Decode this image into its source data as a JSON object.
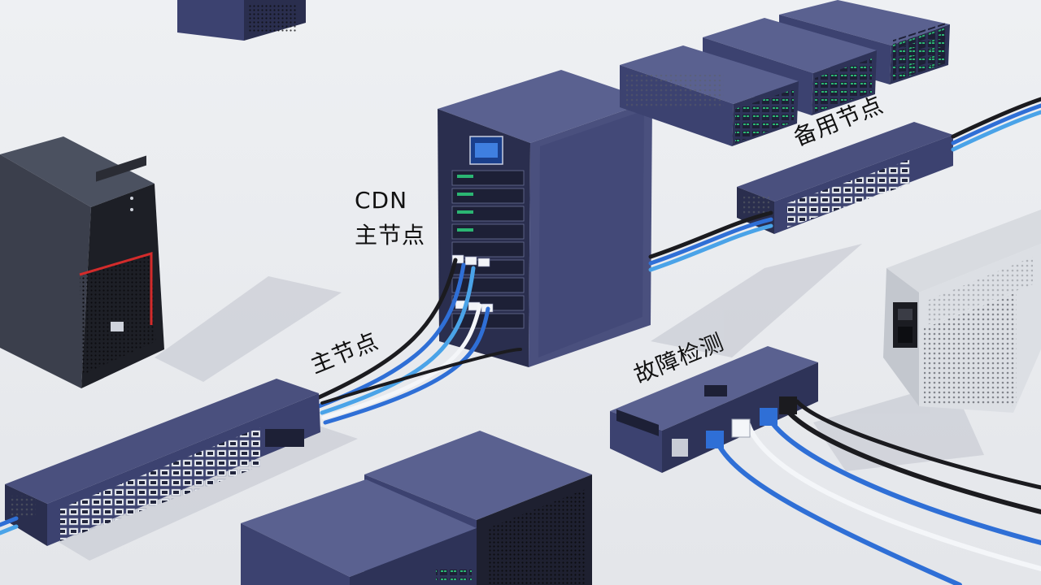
{
  "labels": {
    "cdn_line1": "CDN",
    "cdn_line2": "主节点",
    "primary_node": "主节点",
    "backup_node": "备用节点",
    "fault_detection": "故障检测"
  },
  "colors": {
    "background": "#e9ebef",
    "equipment_body": "#3c4270",
    "equipment_top": "#5a6190",
    "equipment_dark": "#2a2e4e",
    "cable_blue": "#2f6fd6",
    "cable_light_blue": "#4aa3e8",
    "cable_black": "#1b1b1f",
    "cable_white": "#f4f6f9",
    "accent_red": "#d32b2b",
    "port_green": "#2bb673"
  }
}
